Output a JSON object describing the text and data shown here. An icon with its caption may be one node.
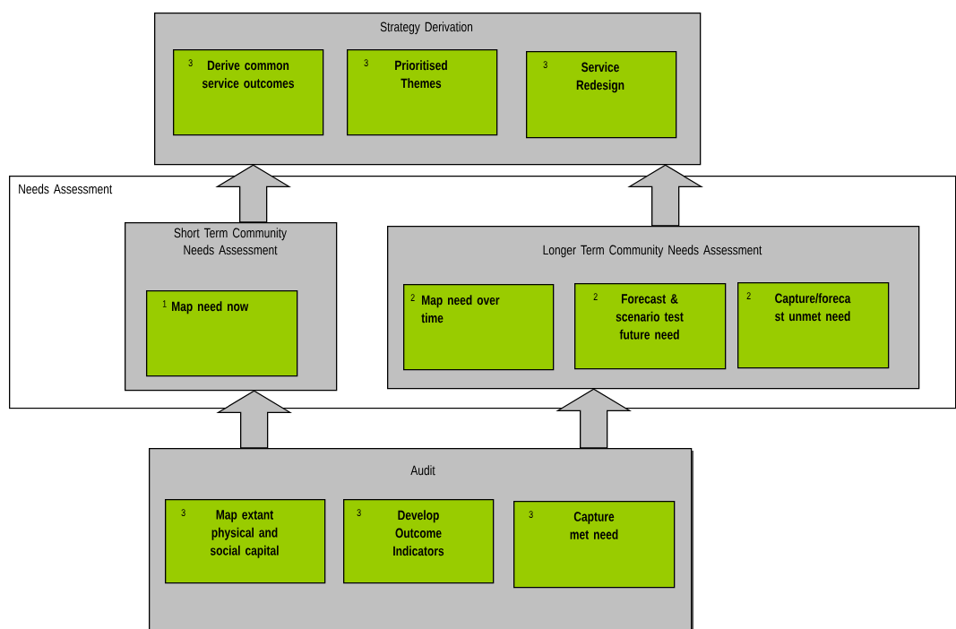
{
  "diagram": {
    "nodes": [
      {
        "text": [
          "Strategy Derivation"
        ]
      },
      {
        "text": [
          "3",
          "Derive common service outcomes"
        ],
        "in": 0
      },
      {
        "text": [
          "3",
          "Prioritised Themes"
        ],
        "in": 0
      },
      {
        "text": [
          "3",
          "Service Redesign"
        ],
        "in": 0
      },
      {
        "text": [
          "Needs Assessment"
        ]
      },
      {
        "text": [
          "Short Term Community Needs Assessment"
        ],
        "in": 4
      },
      {
        "text": [
          "1",
          "Map need now"
        ],
        "in": 5
      },
      {
        "text": [
          "Longer Term Community Needs Assessment"
        ],
        "in": 4
      },
      {
        "text": [
          "2",
          "Map need over time"
        ],
        "in": 7
      },
      {
        "text": [
          "2",
          "Forecast & scenario test future need"
        ],
        "in": 7
      },
      {
        "text": [
          "2",
          "Capture/foreca st unmet need"
        ],
        "in": 7
      },
      {
        "text": [
          "Audit"
        ]
      },
      {
        "text": [
          "3",
          "Map extant physical and social capital"
        ],
        "in": 11
      },
      {
        "text": [
          "3",
          "Develop Outcome Indicators"
        ],
        "in": 11
      },
      {
        "text": [
          "3",
          "Capture met need"
        ],
        "in": 11
      }
    ],
    "edges": [
      {
        "from": 5,
        "to": 0,
        "arrow": "to"
      },
      {
        "from": 7,
        "to": 0,
        "arrow": "to"
      },
      {
        "from": 11,
        "to": 5,
        "arrow": "to"
      },
      {
        "from": 11,
        "to": 7,
        "arrow": "to"
      }
    ]
  }
}
